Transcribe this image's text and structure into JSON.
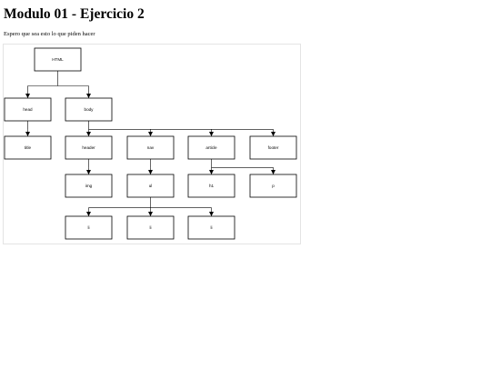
{
  "page": {
    "title": "Modulo 01 - Ejercicio 2",
    "subtitle": "Espero que sea esto lo que piden hacer"
  },
  "diagram": {
    "frame_border_color": "#e4e4e4",
    "nodes": [
      {
        "id": "html",
        "label": "HTML"
      },
      {
        "id": "head",
        "label": "head"
      },
      {
        "id": "body",
        "label": "body"
      },
      {
        "id": "title",
        "label": "title"
      },
      {
        "id": "header",
        "label": "header"
      },
      {
        "id": "nav",
        "label": "nav"
      },
      {
        "id": "article",
        "label": "article"
      },
      {
        "id": "footer",
        "label": "footer"
      },
      {
        "id": "img",
        "label": "img"
      },
      {
        "id": "ul",
        "label": "ul"
      },
      {
        "id": "h1",
        "label": "h1"
      },
      {
        "id": "p",
        "label": "p"
      },
      {
        "id": "li1",
        "label": "li"
      },
      {
        "id": "li2",
        "label": "li"
      },
      {
        "id": "li3",
        "label": "li"
      }
    ],
    "edges": [
      {
        "from": "html",
        "to": "head"
      },
      {
        "from": "html",
        "to": "body"
      },
      {
        "from": "head",
        "to": "title"
      },
      {
        "from": "body",
        "to": "header"
      },
      {
        "from": "body",
        "to": "nav"
      },
      {
        "from": "body",
        "to": "article"
      },
      {
        "from": "body",
        "to": "footer"
      },
      {
        "from": "header",
        "to": "img"
      },
      {
        "from": "nav",
        "to": "ul"
      },
      {
        "from": "article",
        "to": "h1"
      },
      {
        "from": "article",
        "to": "p"
      },
      {
        "from": "ul",
        "to": "li1"
      },
      {
        "from": "ul",
        "to": "li2"
      },
      {
        "from": "ul",
        "to": "li3"
      }
    ]
  }
}
